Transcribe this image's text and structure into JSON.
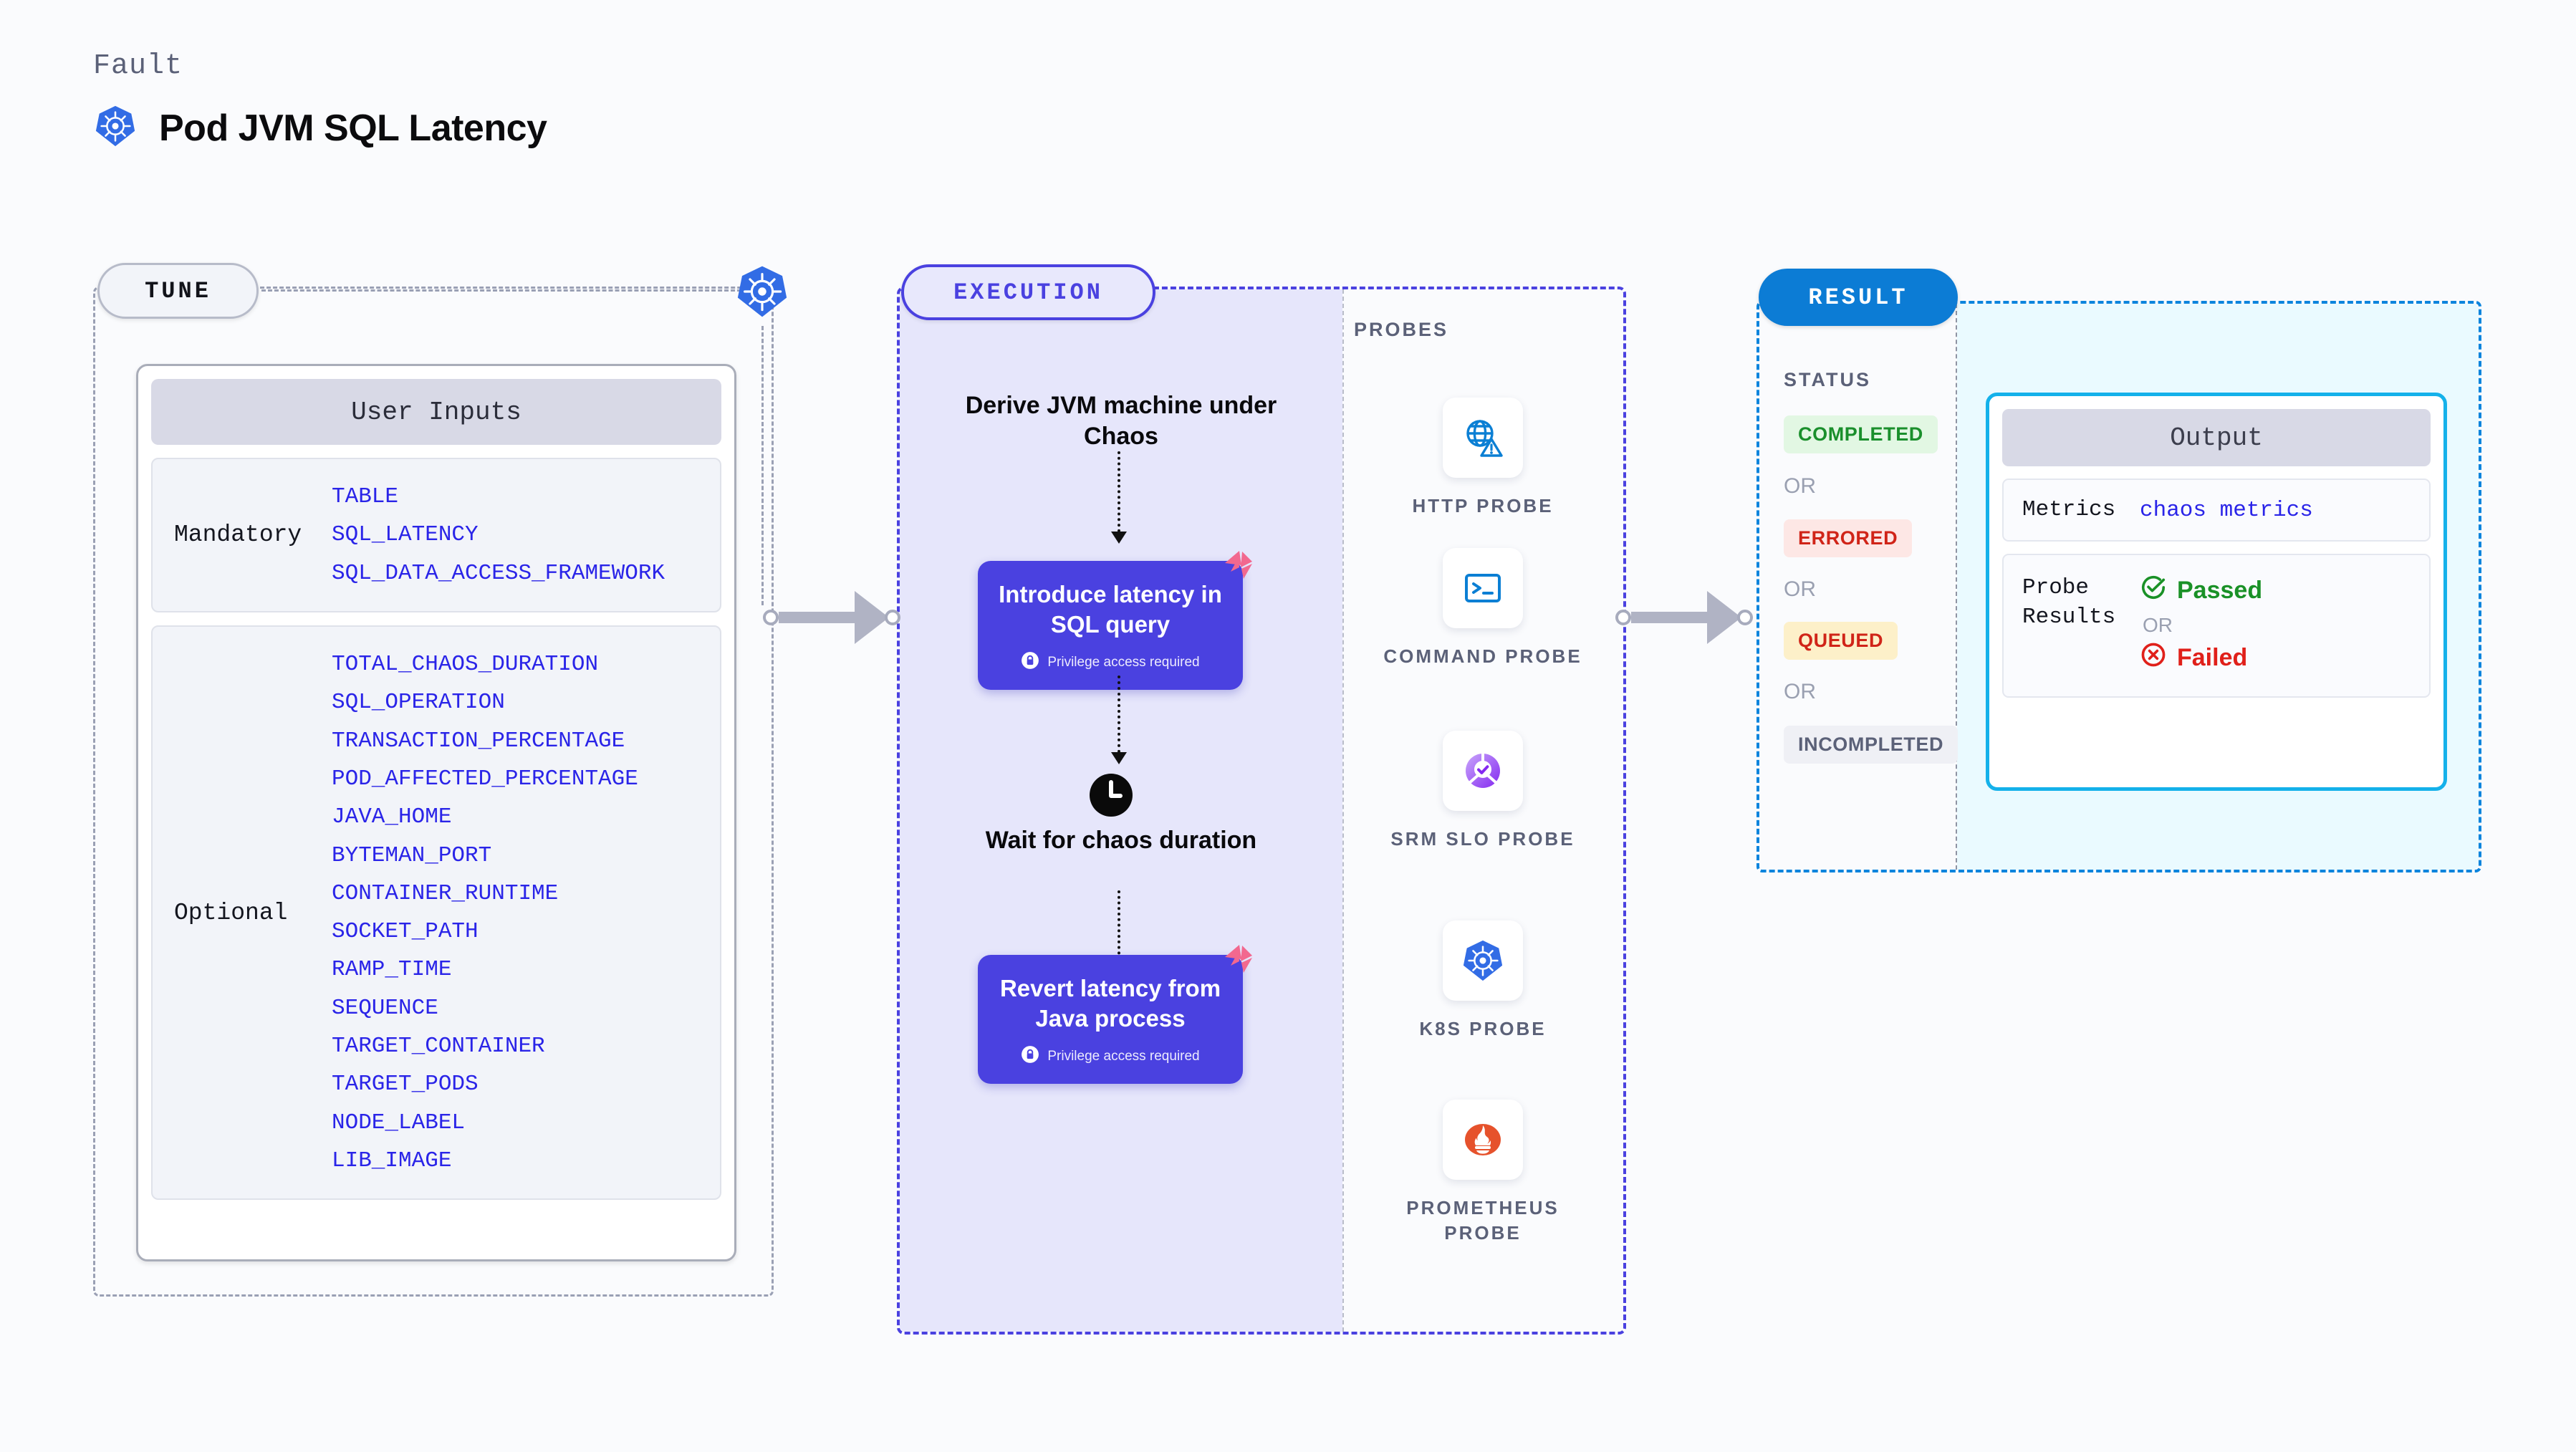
{
  "header": {
    "eyebrow": "Fault",
    "title": "Pod JVM SQL Latency",
    "icon": "kubernetes-icon"
  },
  "tune": {
    "pill_label": "TUNE",
    "marker_icon": "kubernetes-icon",
    "user_inputs_title": "User Inputs",
    "groups": [
      {
        "label": "Mandatory",
        "params": [
          "TABLE",
          "SQL_LATENCY",
          "SQL_DATA_ACCESS_FRAMEWORK"
        ]
      },
      {
        "label": "Optional",
        "params": [
          "TOTAL_CHAOS_DURATION",
          "SQL_OPERATION",
          "TRANSACTION_PERCENTAGE",
          "POD_AFFECTED_PERCENTAGE",
          "JAVA_HOME",
          "BYTEMAN_PORT",
          "CONTAINER_RUNTIME",
          "SOCKET_PATH",
          "RAMP_TIME",
          "SEQUENCE",
          "TARGET_CONTAINER",
          "TARGET_PODS",
          "NODE_LABEL",
          "LIB_IMAGE"
        ]
      }
    ]
  },
  "execution": {
    "pill_label": "EXECUTION",
    "derive_step": "Derive JVM machine under Chaos",
    "wait_step": "Wait for chaos duration",
    "wait_icon": "clock-icon",
    "nodes": [
      {
        "title": "Introduce latency in SQL query",
        "note": "Privilege access required",
        "note_icon": "lock-icon",
        "badge_icon": "harness-chaos-icon"
      },
      {
        "title": "Revert latency from Java process",
        "note": "Privilege access required",
        "note_icon": "lock-icon",
        "badge_icon": "harness-chaos-icon"
      }
    ]
  },
  "probes": {
    "title": "PROBES",
    "items": [
      {
        "label": "HTTP PROBE",
        "icon": "globe-warning-icon"
      },
      {
        "label": "COMMAND PROBE",
        "icon": "terminal-icon"
      },
      {
        "label": "SRM SLO PROBE",
        "icon": "srm-slo-icon"
      },
      {
        "label": "K8S PROBE",
        "icon": "kubernetes-icon"
      },
      {
        "label": "PROMETHEUS PROBE",
        "icon": "prometheus-icon"
      }
    ]
  },
  "result": {
    "pill_label": "RESULT",
    "status_title": "STATUS",
    "or_label": "OR",
    "statuses": [
      {
        "label": "COMPLETED",
        "color": "#1a8f2c",
        "bg": "#e2f7e3"
      },
      {
        "label": "ERRORED",
        "color": "#d02418",
        "bg": "#fde7e5"
      },
      {
        "label": "QUEUED",
        "color": "#d02418",
        "bg": "#fdf0c9"
      },
      {
        "label": "INCOMPLETED",
        "color": "#5b6178",
        "bg": "#eff0f5"
      }
    ],
    "output": {
      "title": "Output",
      "metrics_key": "Metrics",
      "metrics_value": "chaos metrics",
      "probe_results_key": "Probe Results",
      "passed_label": "Passed",
      "passed_icon": "check-circle-icon",
      "or_label": "OR",
      "failed_label": "Failed",
      "failed_icon": "x-circle-icon"
    }
  },
  "colors": {
    "accent_purple": "#4a41e0",
    "accent_blue": "#0c7cd5",
    "k8s_blue": "#326ce5",
    "pink": "#f2688f",
    "cyan": "#14b1ea"
  }
}
